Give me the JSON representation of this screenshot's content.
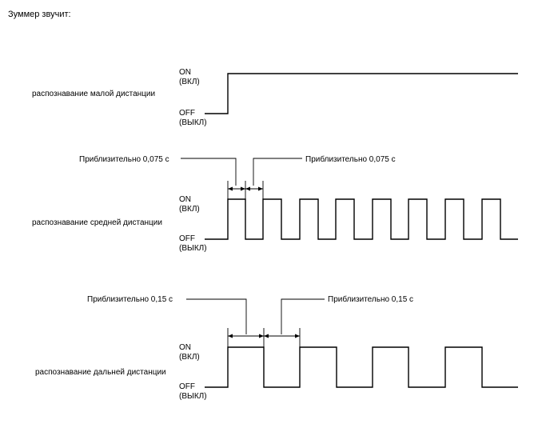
{
  "title": "Зуммер звучит:",
  "colors": {
    "line": "#000000",
    "background": "#ffffff"
  },
  "sections": [
    {
      "label": "распознавание малой дистанции",
      "on_label": "ON",
      "on_label_ru": "(ВКЛ)",
      "off_label": "OFF",
      "off_label_ru": "(ВЫКЛ)",
      "pattern": "continuous"
    },
    {
      "label": "распознавание средней дистанции",
      "on_label": "ON",
      "on_label_ru": "(ВКЛ)",
      "off_label": "OFF",
      "off_label_ru": "(ВЫКЛ)",
      "pattern": "pulse",
      "on_duration_s": 0.075,
      "off_duration_s": 0.075,
      "annotation_left": "Приблизительно 0,075 с",
      "annotation_right": "Приблизительно 0,075 с"
    },
    {
      "label": "распознавание дальней дистанции",
      "on_label": "ON",
      "on_label_ru": "(ВКЛ)",
      "off_label": "OFF",
      "off_label_ru": "(ВЫКЛ)",
      "pattern": "pulse",
      "on_duration_s": 0.15,
      "off_duration_s": 0.15,
      "annotation_left": "Приблизительно 0,15 с",
      "annotation_right": "Приблизительно 0,15 с"
    }
  ]
}
